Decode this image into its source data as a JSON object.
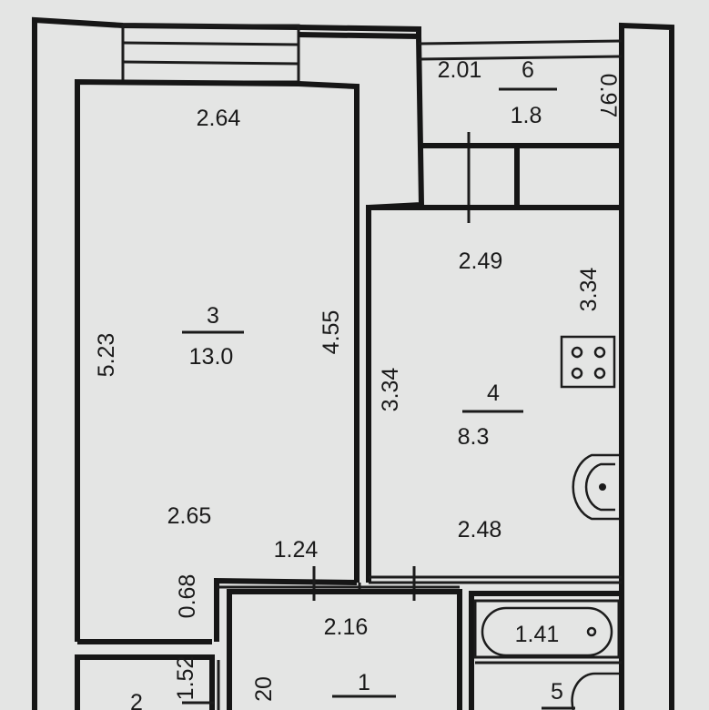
{
  "rooms": {
    "room3": {
      "number": "3",
      "area": "13.0",
      "dims": {
        "top": "2.64",
        "left": "5.23",
        "right": "4.55",
        "bottom": "2.65",
        "niche": "1.24",
        "niche_depth": "0.68"
      }
    },
    "room4": {
      "number": "4",
      "area": "8.3",
      "dims": {
        "top": "2.49",
        "left": "3.34",
        "right": "3.34",
        "bottom": "2.48"
      }
    },
    "room6": {
      "number": "6",
      "area": "1.8",
      "dims": {
        "width": "2.01",
        "depth": "0.97"
      }
    },
    "room1": {
      "number": "1",
      "dims": {
        "top": "2.16",
        "left": "20"
      }
    },
    "room2": {
      "number": "2",
      "dims": {
        "right": "1.52"
      }
    },
    "room5": {
      "number": "5"
    },
    "bathtub": {
      "length": "1.41"
    }
  }
}
